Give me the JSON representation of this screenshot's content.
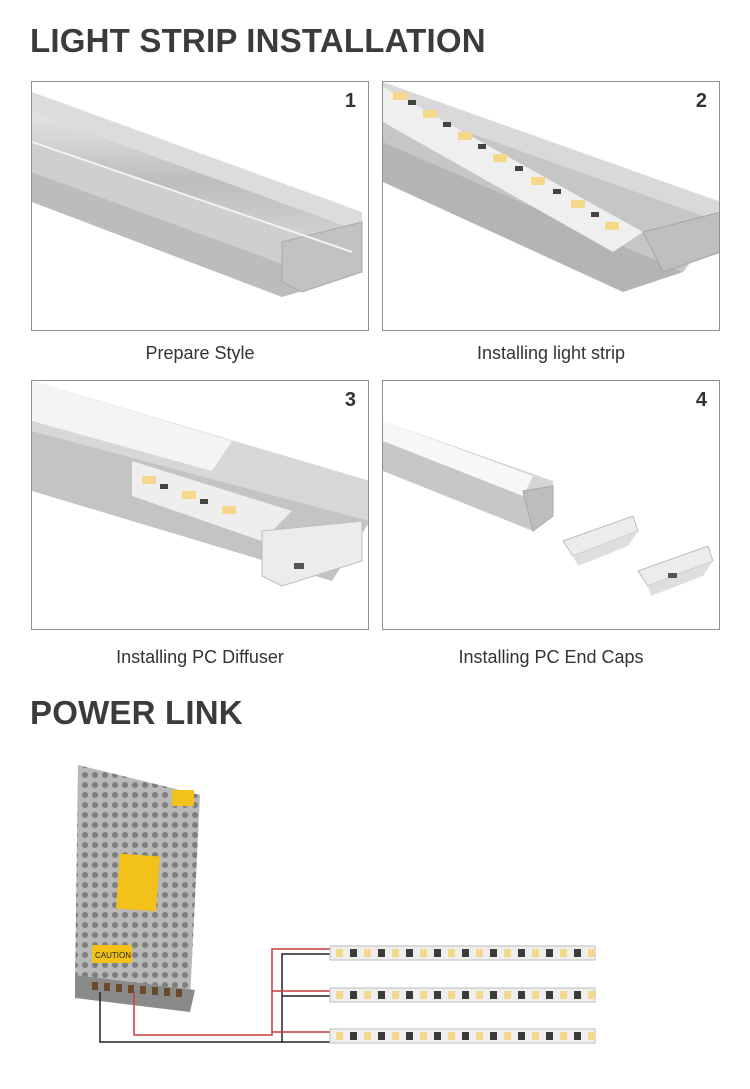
{
  "sections": {
    "installation_title": "LIGHT STRIP INSTALLATION",
    "power_title": "POWER LINK"
  },
  "steps": [
    {
      "number": "1",
      "caption": "Prepare Style"
    },
    {
      "number": "2",
      "caption": "Installing light strip"
    },
    {
      "number": "3",
      "caption": "Installing PC Diffuser"
    },
    {
      "number": "4",
      "caption": "Installing PC End Caps"
    }
  ],
  "power_supply": {
    "label": "CAUTION"
  },
  "colors": {
    "heading": "#3b3b3b",
    "aluminum": "#c9c9c9",
    "led": "#f6d88a",
    "wire_red": "#c83a3a",
    "wire_black": "#222222"
  }
}
